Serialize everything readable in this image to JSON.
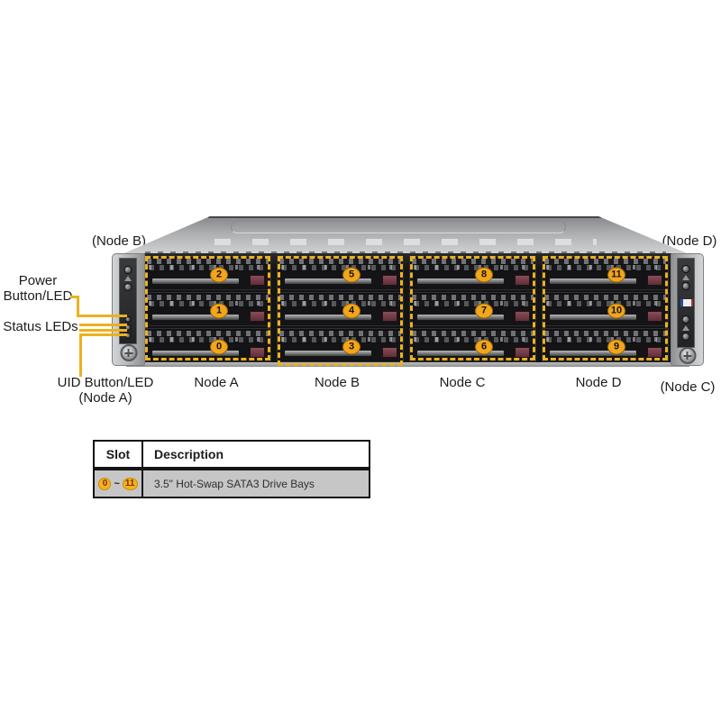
{
  "chassis": {
    "corner_labels": {
      "top_left": "(Node B)",
      "top_right": "(Node D)",
      "bottom_right": "(Node C)"
    },
    "callouts": {
      "power_line1": "Power",
      "power_line2": "Button/LED",
      "status": "Status LEDs",
      "uid_line1": "UID Button/LED",
      "uid_line2": "(Node A)"
    },
    "nodes": [
      {
        "name": "Node A",
        "slots": [
          "2",
          "1",
          "0"
        ]
      },
      {
        "name": "Node B",
        "slots": [
          "5",
          "4",
          "3"
        ]
      },
      {
        "name": "Node C",
        "slots": [
          "8",
          "7",
          "6"
        ]
      },
      {
        "name": "Node D",
        "slots": [
          "11",
          "10",
          "9"
        ]
      }
    ],
    "colors": {
      "callout_yellow": "#ecb11e",
      "slot_badge_fill": "#f2a51d",
      "drive_latch_maroon": "#6e3340",
      "table_row_bg": "#c6c6c6",
      "table_slot_text": "#8b2a12"
    }
  },
  "table": {
    "headers": [
      "Slot",
      "Description"
    ],
    "row": {
      "slot_start": "0",
      "tilde": "~",
      "slot_end": "11",
      "description": "3.5\" Hot-Swap SATA3 Drive Bays"
    }
  }
}
